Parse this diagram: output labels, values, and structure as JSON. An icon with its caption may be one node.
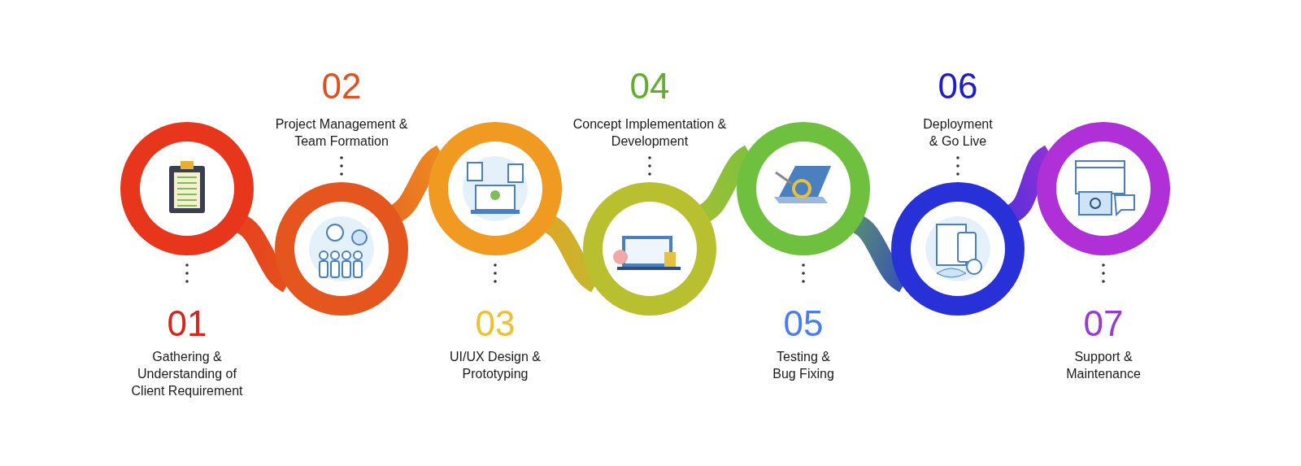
{
  "diagram": {
    "nodes": [
      {
        "text": [],
        "shape": "circle",
        "beside": [
          "01",
          "Gathering & Understanding of Client Requirement"
        ]
      },
      {
        "text": [],
        "shape": "circle",
        "beside": [
          "02",
          "Project Management & Team Formation"
        ]
      },
      {
        "text": [],
        "shape": "circle",
        "beside": [
          "03",
          "UI/UX Design & Prototyping"
        ]
      },
      {
        "text": [],
        "shape": "circle",
        "beside": [
          "04",
          "Concept Implementation & Development"
        ]
      },
      {
        "text": [],
        "shape": "circle",
        "beside": [
          "05",
          "Testing & Bug Fixing"
        ]
      },
      {
        "text": [],
        "shape": "circle",
        "beside": [
          "06",
          "Deployment & Go Live"
        ]
      },
      {
        "text": [],
        "shape": "circle",
        "beside": [
          "07",
          "Support & Maintenance"
        ]
      }
    ],
    "edges": [
      {
        "from": 0,
        "to": 1,
        "arrow": "none"
      },
      {
        "from": 1,
        "to": 2,
        "arrow": "none"
      },
      {
        "from": 2,
        "to": 3,
        "arrow": "none"
      },
      {
        "from": 3,
        "to": 4,
        "arrow": "none"
      },
      {
        "from": 4,
        "to": 5,
        "arrow": "none"
      },
      {
        "from": 5,
        "to": 6,
        "arrow": "none"
      }
    ]
  }
}
